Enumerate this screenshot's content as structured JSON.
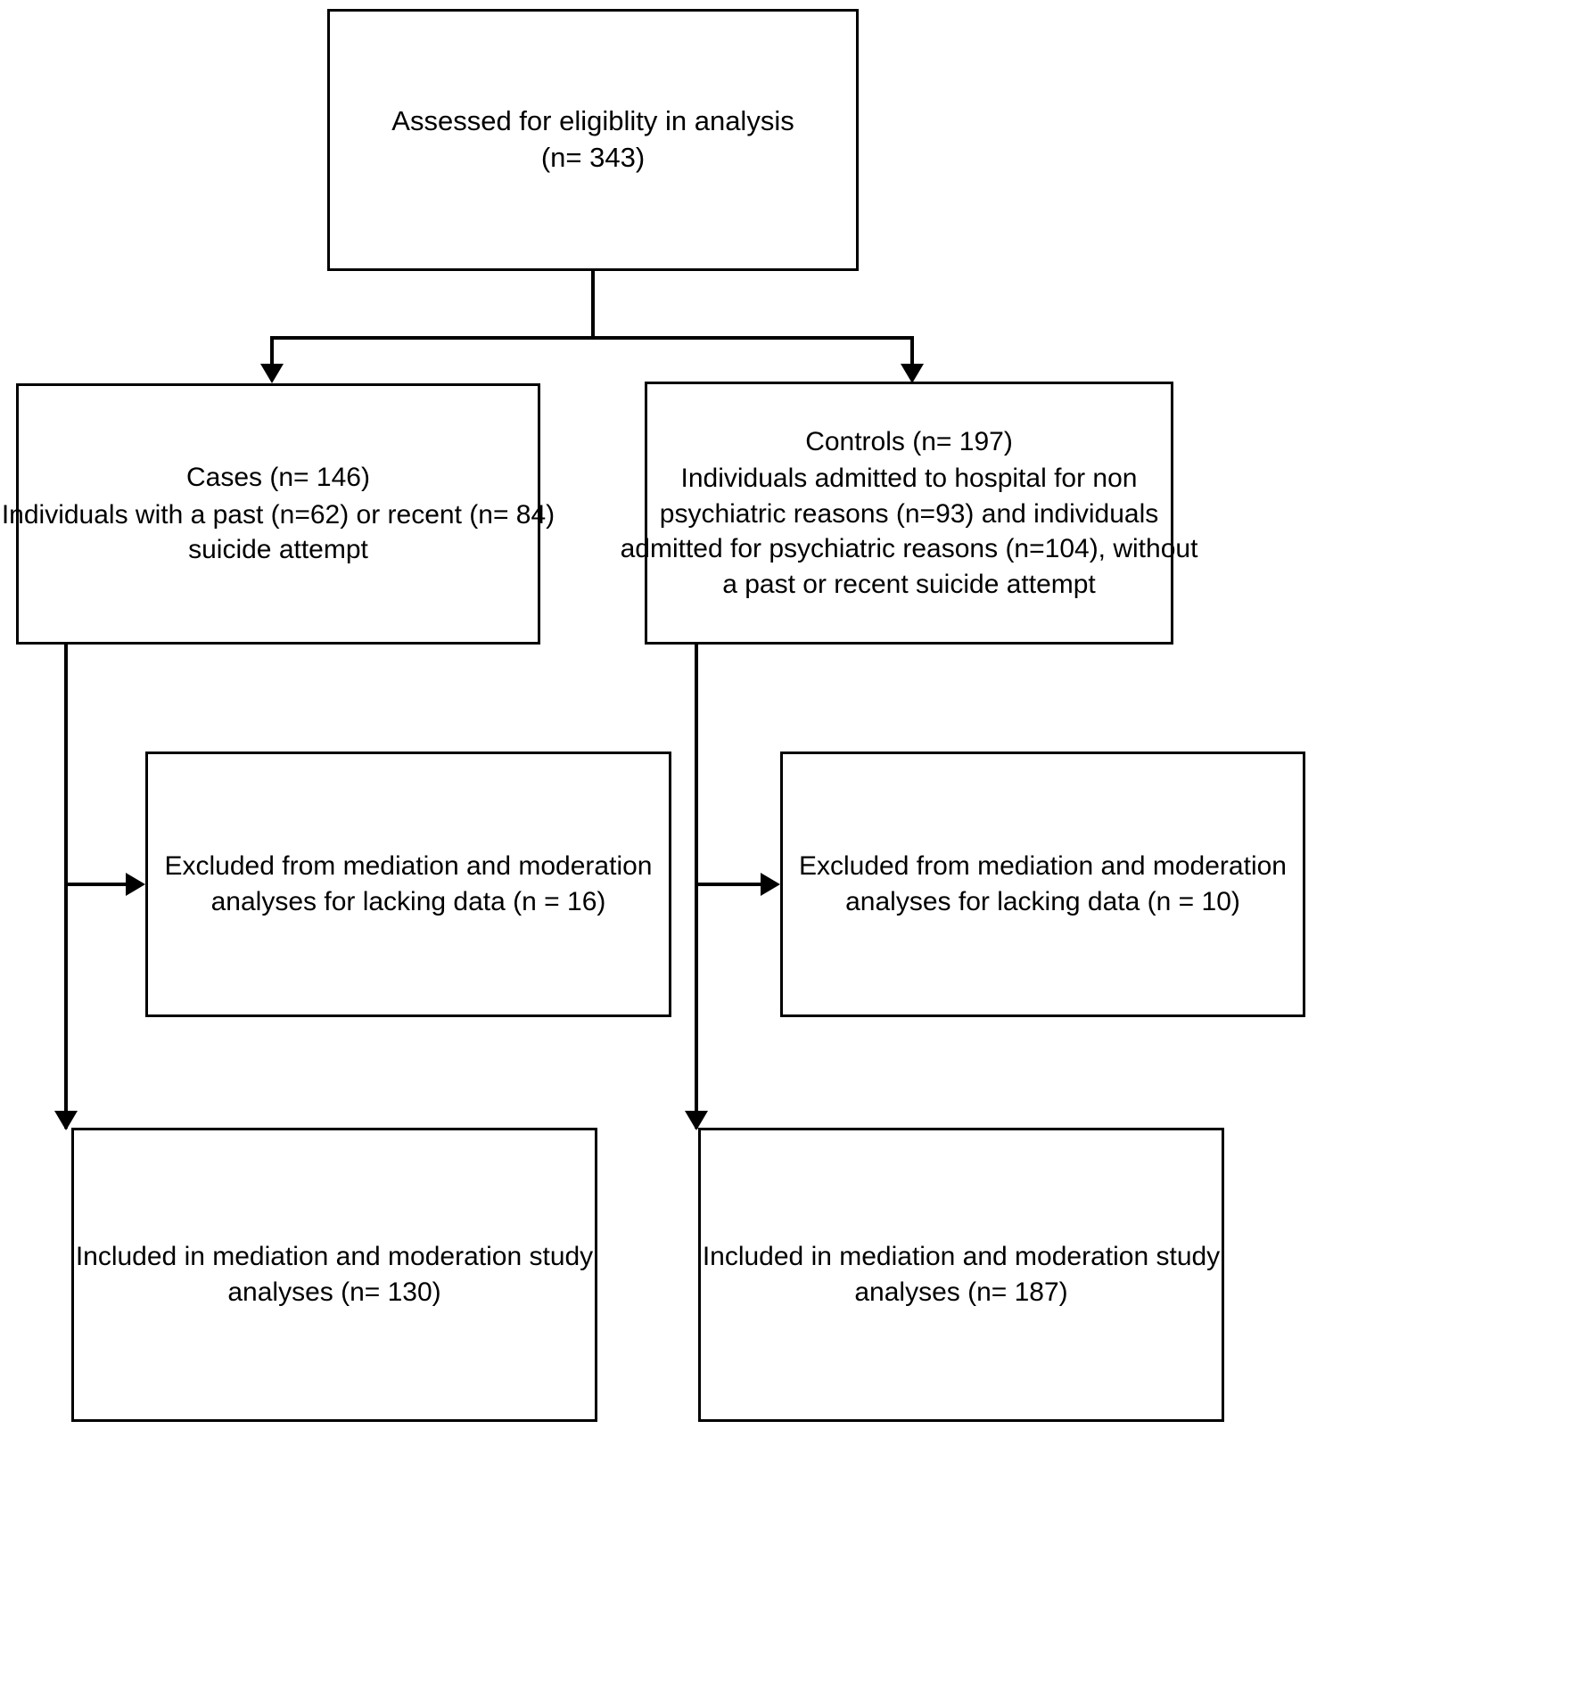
{
  "diagram": {
    "type": "flowchart",
    "title": "Participant flow diagram",
    "orientation": "top-down",
    "background_color": "#ffffff",
    "line_color": "#000000",
    "text_color": "#000000"
  },
  "nodes": {
    "assessed": {
      "id": "assessed",
      "line1": "Assessed for eligiblity in analysis",
      "line2": "(n= 343)",
      "n": 343
    },
    "cases": {
      "id": "cases",
      "line1": "Cases (n= 146)",
      "line2": "Individuals with a past (n=62) or recent (n= 84)",
      "line3": "suicide attempt",
      "n": 146,
      "n_past": 62,
      "n_recent": 84
    },
    "controls": {
      "id": "controls",
      "line1": "Controls (n= 197)",
      "line2": "Individuals admitted to hospital for non",
      "line3": "psychiatric reasons (n=93) and individuals",
      "line4": "admitted for psychiatric reasons (n=104), without",
      "line5": "a past or recent suicide attempt",
      "n": 197,
      "n_non_psychiatric": 93,
      "n_psychiatric": 104
    },
    "excluded_cases": {
      "id": "excluded_cases",
      "line1": "Excluded from mediation and moderation",
      "line2": "analyses for lacking data (n = 16)",
      "n": 16
    },
    "excluded_controls": {
      "id": "excluded_controls",
      "line1": "Excluded from mediation and moderation",
      "line2": "analyses for lacking data (n = 10)",
      "n": 10
    },
    "included_cases": {
      "id": "included_cases",
      "line1": "Included in mediation and moderation study",
      "line2": "analyses (n= 130)",
      "n": 130
    },
    "included_controls": {
      "id": "included_controls",
      "line1": "Included in mediation and moderation study",
      "line2": "analyses (n= 187)",
      "n": 187
    }
  },
  "edges": [
    {
      "from": "assessed",
      "to": "cases",
      "style": "elbow",
      "arrow": "down"
    },
    {
      "from": "assessed",
      "to": "controls",
      "style": "elbow",
      "arrow": "down"
    },
    {
      "from": "cases",
      "to": "excluded_cases",
      "style": "elbow",
      "arrow": "right"
    },
    {
      "from": "cases",
      "to": "included_cases",
      "style": "straight",
      "arrow": "down"
    },
    {
      "from": "controls",
      "to": "excluded_controls",
      "style": "elbow",
      "arrow": "right"
    },
    {
      "from": "controls",
      "to": "included_controls",
      "style": "straight",
      "arrow": "down"
    }
  ]
}
